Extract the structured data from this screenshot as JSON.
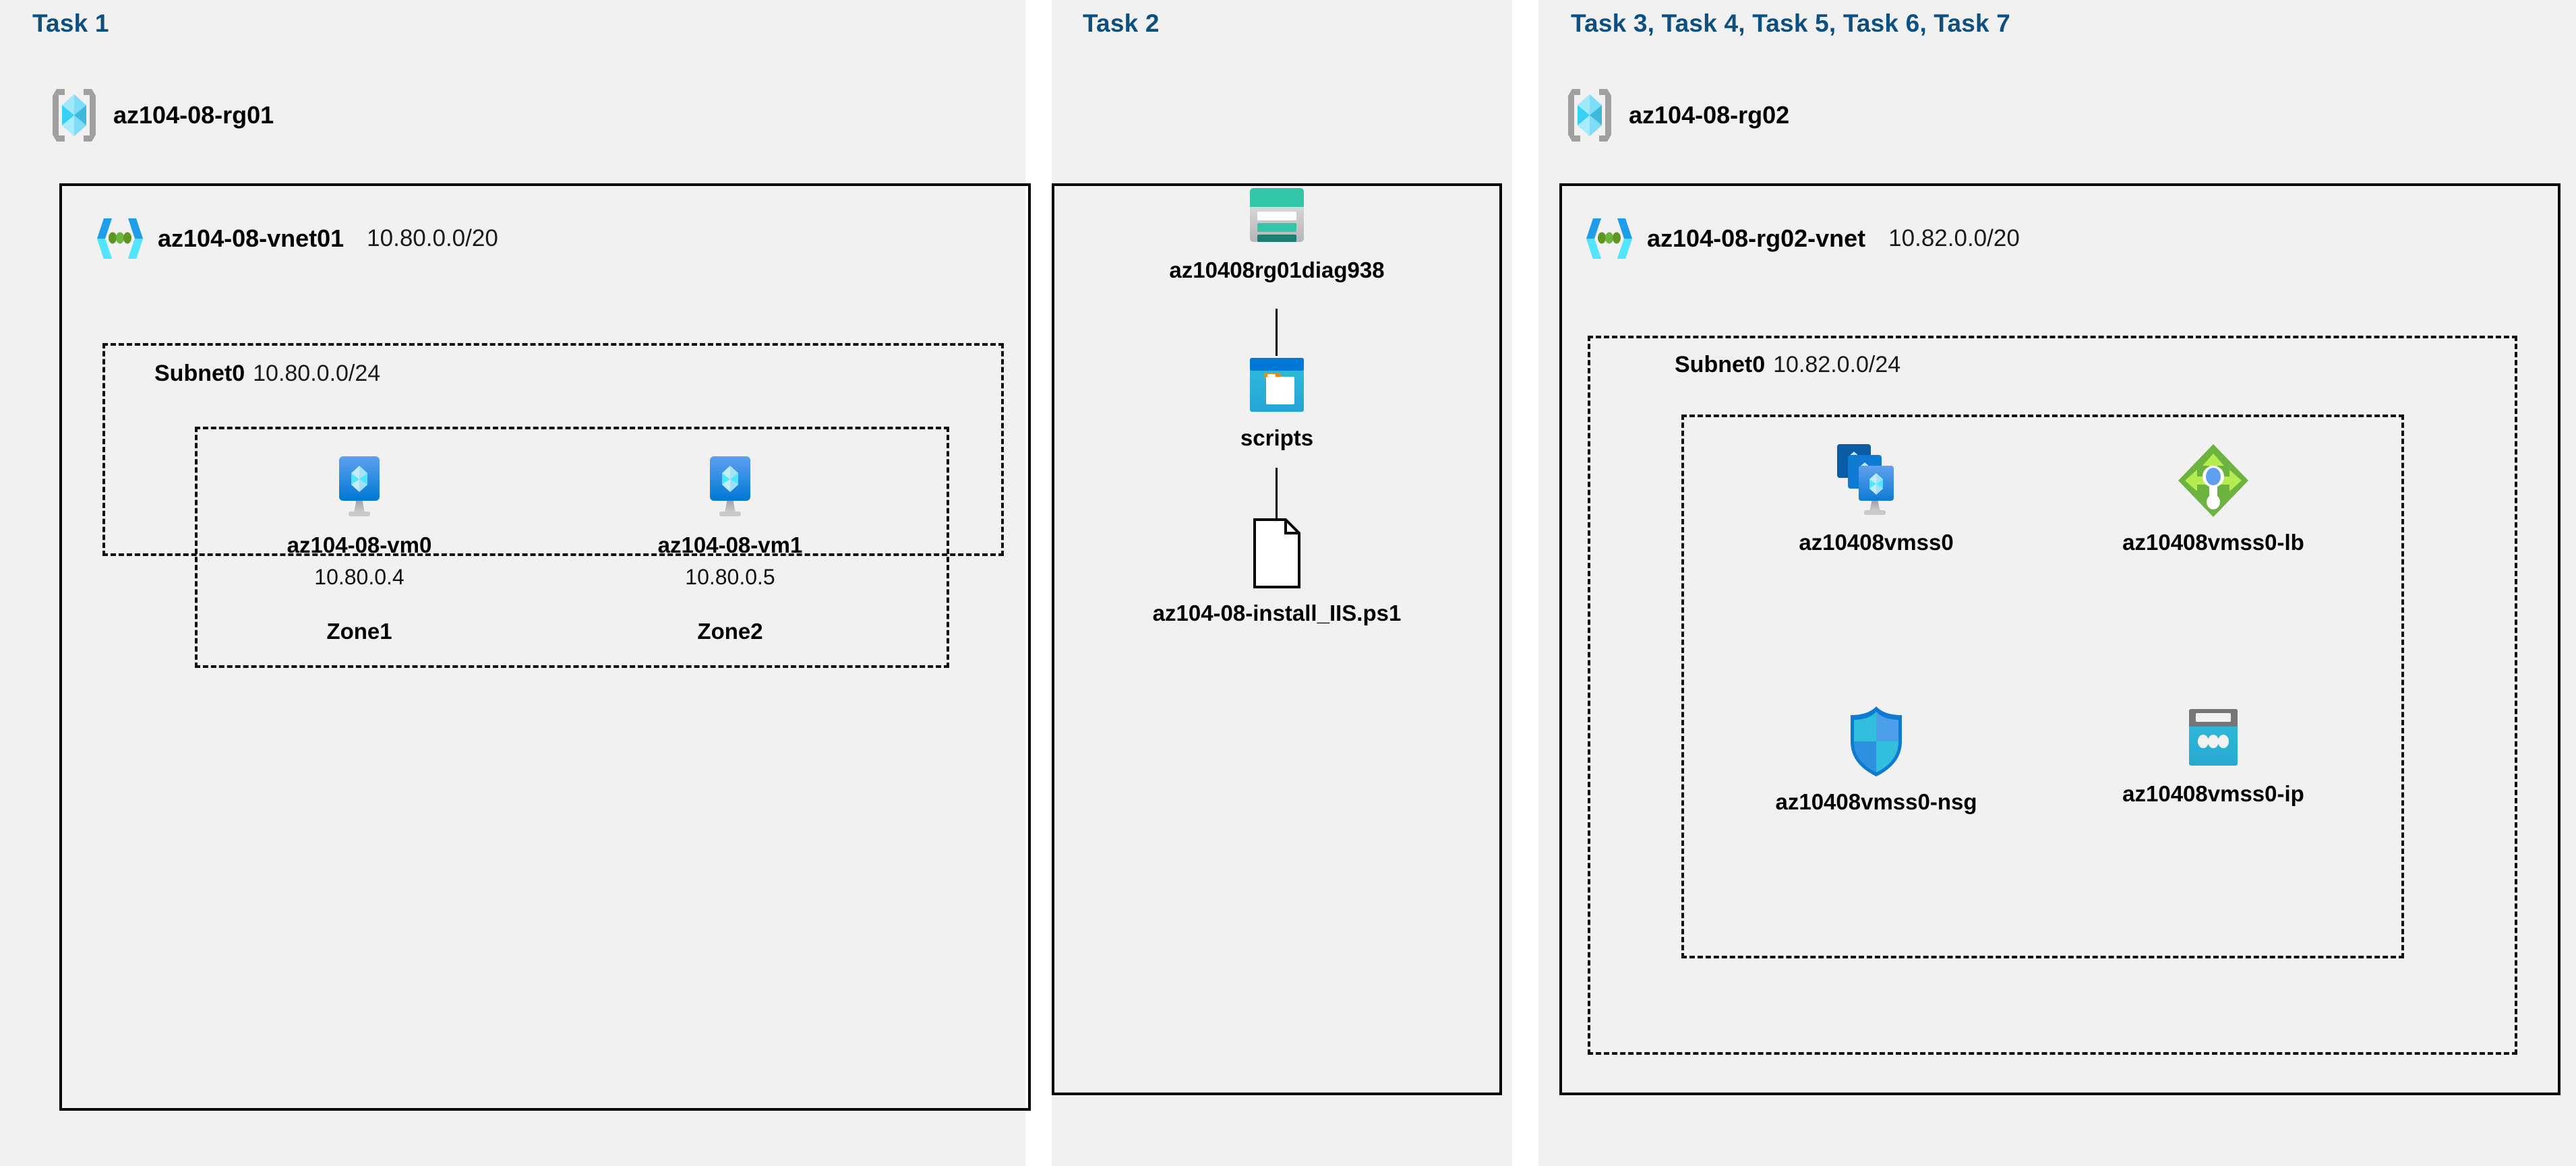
{
  "panels": [
    {
      "task_label": "Task 1"
    },
    {
      "task_label": "Task 2"
    },
    {
      "task_label": "Task 3, Task 4, Task 5, Task 6, Task 7"
    }
  ],
  "task1": {
    "resource_group": {
      "name": "az104-08-rg01",
      "icon": "resource-group-icon"
    },
    "vnet": {
      "name": "az104-08-vnet01",
      "cidr": "10.80.0.0/20",
      "icon": "virtual-network-icon"
    },
    "subnet": {
      "name": "Subnet0",
      "cidr": "10.80.0.0/24"
    },
    "vms": [
      {
        "name": "az104-08-vm0",
        "ip": "10.80.0.4",
        "zone": "Zone1",
        "icon": "virtual-machine-icon"
      },
      {
        "name": "az104-08-vm1",
        "ip": "10.80.0.5",
        "zone": "Zone2",
        "icon": "virtual-machine-icon"
      }
    ]
  },
  "task2": {
    "storage_account": {
      "name": "az10408rg01diag938",
      "icon": "storage-account-icon"
    },
    "container": {
      "name": "scripts",
      "icon": "blob-container-icon"
    },
    "file": {
      "name": "az104-08-install_IIS.ps1",
      "icon": "file-icon"
    }
  },
  "task3": {
    "resource_group": {
      "name": "az104-08-rg02",
      "icon": "resource-group-icon"
    },
    "vnet": {
      "name": "az104-08-rg02-vnet",
      "cidr": "10.82.0.0/20",
      "icon": "virtual-network-icon"
    },
    "subnet": {
      "name": "Subnet0",
      "cidr": "10.82.0.0/24"
    },
    "resources": [
      {
        "name": "az10408vmss0",
        "icon": "vm-scale-set-icon"
      },
      {
        "name": "az10408vmss0-lb",
        "icon": "load-balancer-icon"
      },
      {
        "name": "az10408vmss0-nsg",
        "icon": "network-security-group-icon"
      },
      {
        "name": "az10408vmss0-ip",
        "icon": "public-ip-address-icon"
      }
    ]
  },
  "colors": {
    "panel_background": "#f1f1f1",
    "task_label": "#0d4f81",
    "border": "#000000",
    "azure_blue": "#0078d4",
    "cyan": "#32bedd",
    "teal": "#32c5a8",
    "green": "#6cb33f",
    "grey": "#767676"
  }
}
